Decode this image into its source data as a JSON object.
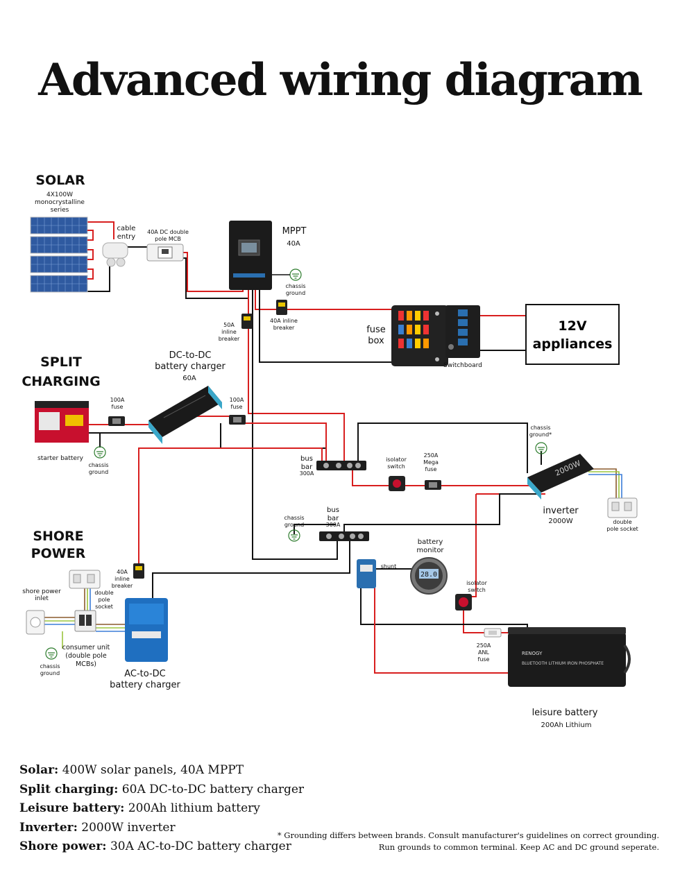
{
  "title": "Advanced wiring diagram",
  "colors": {
    "positive": "#d81e1e",
    "negative": "#111111",
    "ac_live": "#8a5a2b",
    "ac_earth": "#9bc53d",
    "ac_neutral": "#3b7dd8"
  },
  "sections": {
    "solar": {
      "heading": "SOLAR",
      "sub": "4X100W monocrystalline series"
    },
    "split": {
      "heading1": "SPLIT",
      "heading2": "CHARGING"
    },
    "shore": {
      "heading1": "SHORE",
      "heading2": "POWER"
    }
  },
  "labels": {
    "cable_entry": "cable entry",
    "mcb": "40A DC double pole MCB",
    "mppt": "MPPT",
    "mppt_amps": "40A",
    "chassis_ground": "chassis ground",
    "chassis_ground_star": "chassis ground*",
    "breaker_40a": "40A inline breaker",
    "breaker_50a": "50A inline breaker",
    "fuse_box": "fuse box",
    "switchboard": "Switchboard",
    "appliances": "12V appliances",
    "dcdc": "DC-to-DC battery charger",
    "dcdc_amps": "60A",
    "fuse_100a_left": "100A fuse",
    "fuse_100a_right": "100A fuse",
    "starter_battery": "starter battery",
    "bus_bar_top": "bus bar",
    "bus_bar_top_amps": "300A",
    "isolator_switch": "isolator switch",
    "mega_fuse": "250A Mega fuse",
    "inverter": "inverter",
    "inverter_watts": "2000W",
    "double_pole_socket": "double pole socket",
    "bus_bar_bottom": "bus bar",
    "bus_bar_bottom_amps": "300A",
    "battery_monitor": "battery monitor",
    "shunt": "shunt",
    "isolator_switch_2": "isolator switch",
    "anl_fuse": "250A ANL fuse",
    "leisure_battery": "leisure battery",
    "leisure_battery_spec": "200Ah Lithium",
    "shore_inlet": "shore power inlet",
    "double_pole_socket_2": "double pole socket",
    "consumer_unit": "consumer unit (double pole MCBs)",
    "breaker_40a_2": "40A inline breaker",
    "acdc": "AC-to-DC battery charger",
    "inverter_display": "2000W",
    "monitor_display": "28.0",
    "battery_brand": "RENOGY",
    "battery_text": "BLUETOOTH LITHIUM IRON PHOSPHATE"
  },
  "summary": [
    {
      "key": "Solar:",
      "value": " 400W solar panels, 40A MPPT"
    },
    {
      "key": "Split charging:",
      "value": " 60A DC-to-DC battery charger"
    },
    {
      "key": "Leisure battery:",
      "value": " 200Ah lithium battery"
    },
    {
      "key": "Inverter:",
      "value": " 2000W inverter"
    },
    {
      "key": "Shore power:",
      "value": " 30A AC-to-DC battery charger"
    }
  ],
  "footnote": {
    "line1": "* Grounding differs between brands. Consult manufacturer's guidelines on correct grounding.",
    "line2": "Run grounds to common terminal. Keep AC and DC ground seperate."
  }
}
